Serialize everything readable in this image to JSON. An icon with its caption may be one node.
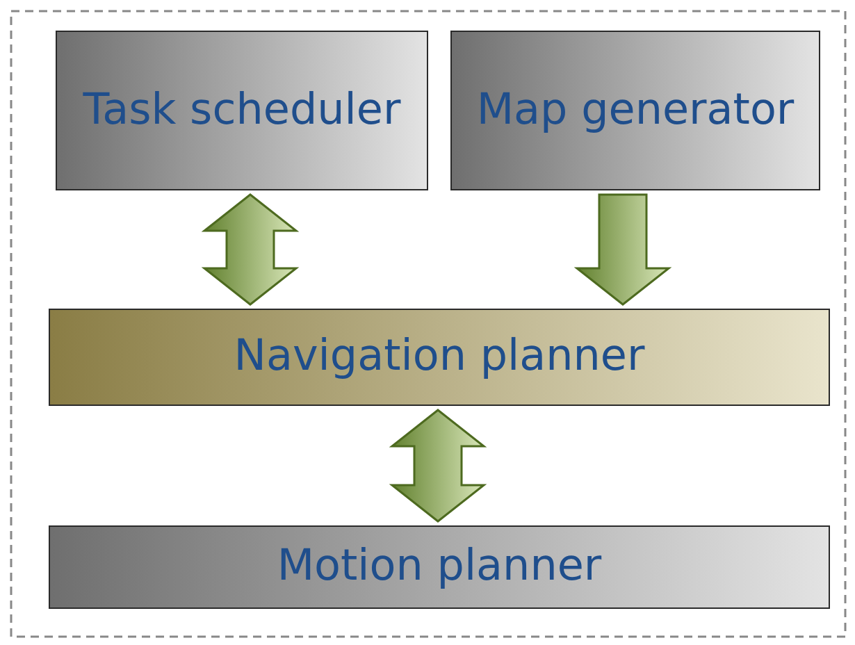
{
  "diagram": {
    "nodes": [
      {
        "text": [
          "Task scheduler"
        ]
      },
      {
        "text": [
          "Map generator"
        ]
      },
      {
        "text": [
          "Navigation planner"
        ]
      },
      {
        "text": [
          "Motion planner"
        ]
      }
    ],
    "edges": [
      {
        "from": 0,
        "to": 2,
        "arrow": "both"
      },
      {
        "from": 1,
        "to": 2,
        "arrow": "to"
      },
      {
        "from": 2,
        "to": 3,
        "arrow": "both"
      }
    ]
  }
}
